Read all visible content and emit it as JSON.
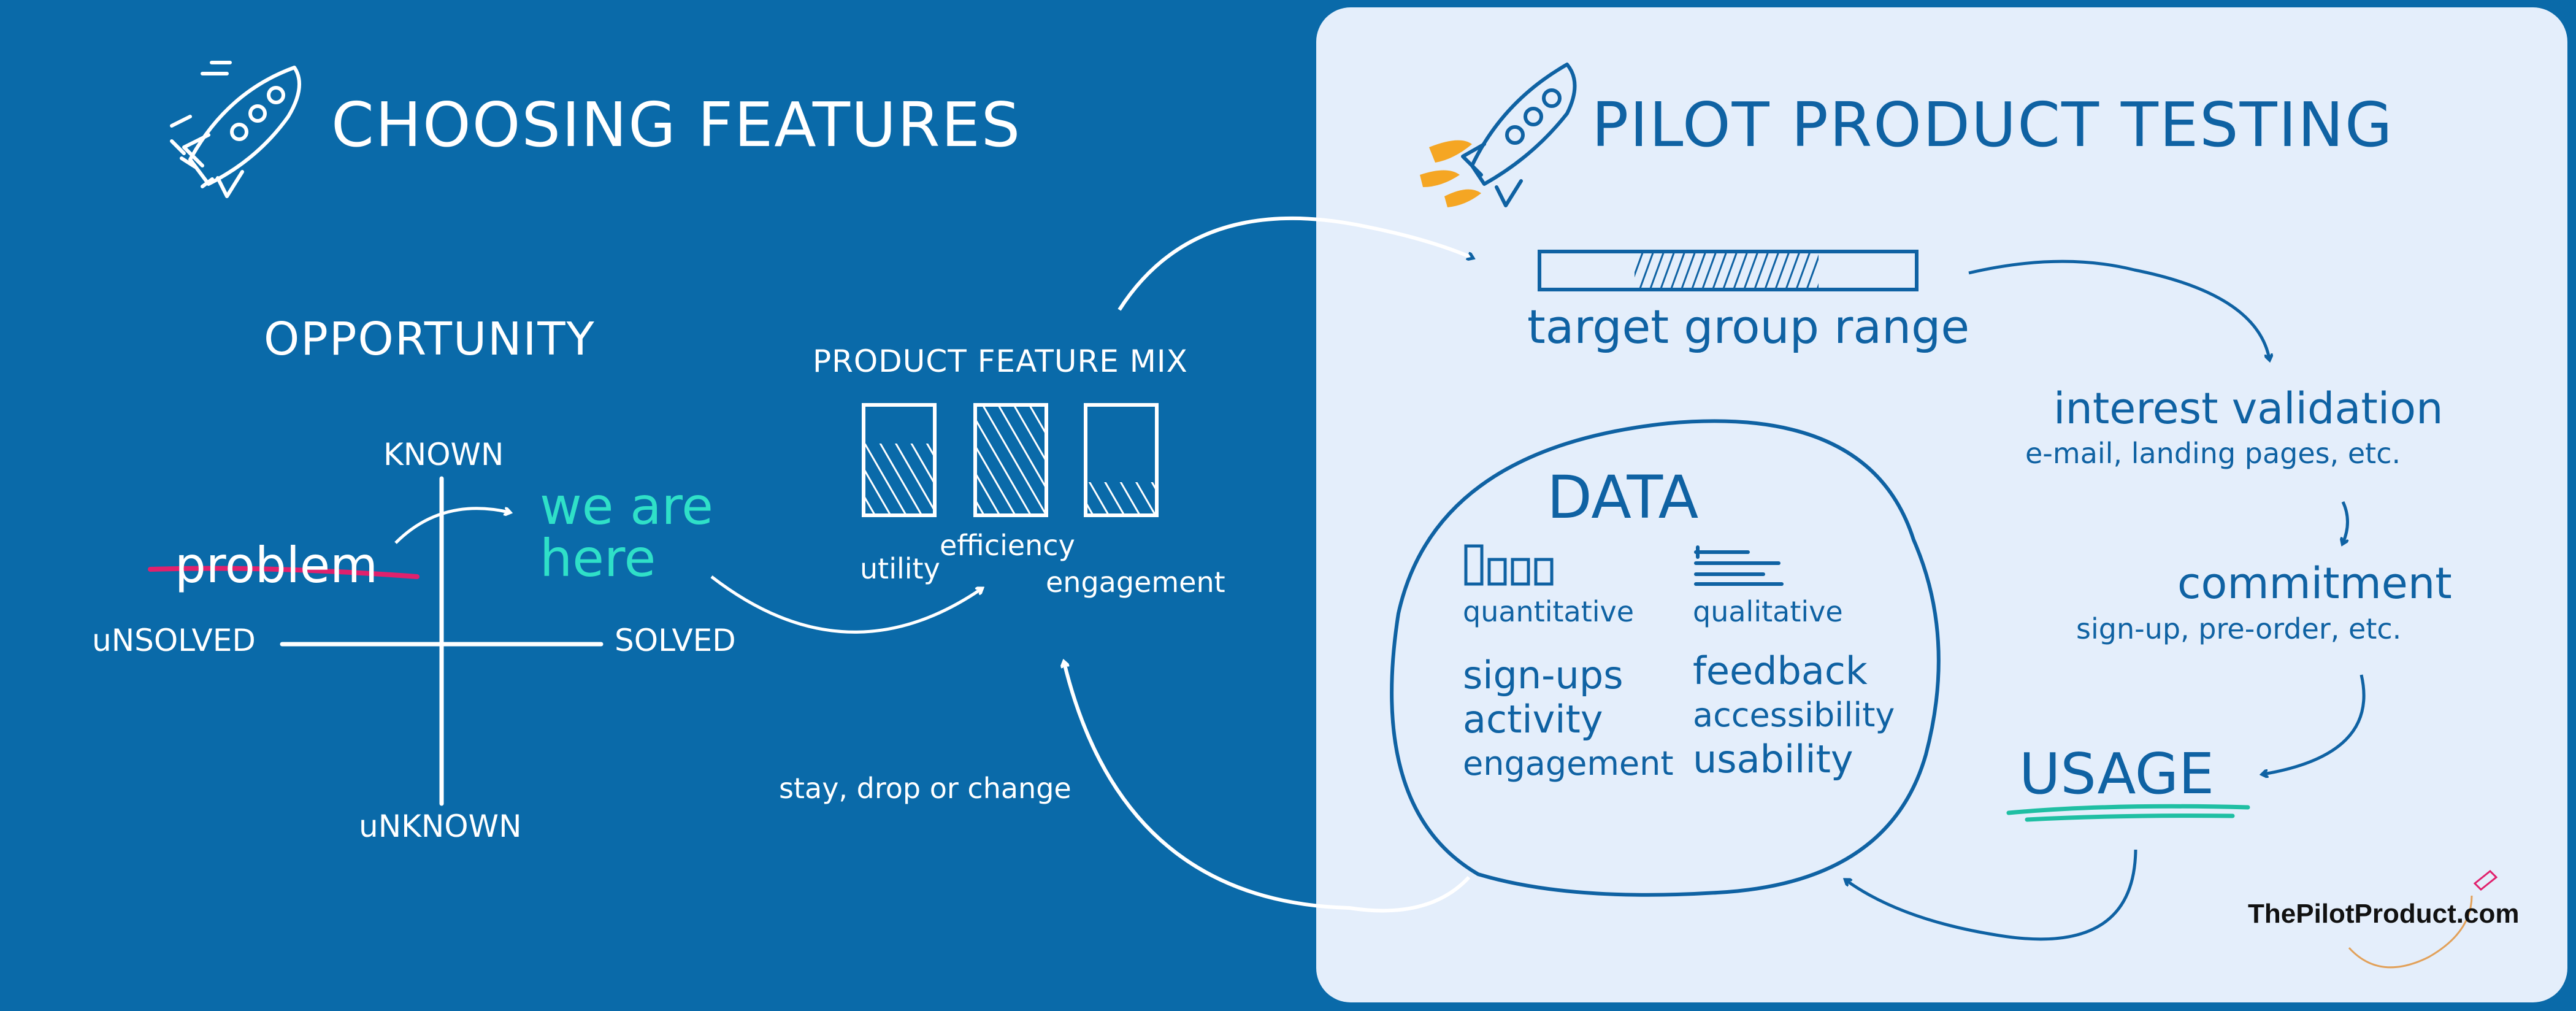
{
  "left": {
    "title": "CHOOSING FEATURES",
    "opportunity": {
      "heading": "OPPORTUNITY",
      "known": "KNOWN",
      "unknown": "uNKNOWN",
      "unsolved": "uNSOLVED",
      "solved": "SOLVED",
      "problem": "problem",
      "we_are": "we are",
      "here": "here"
    },
    "mix": {
      "heading": "PRODUCT FEATURE MIX",
      "utility": "utility",
      "efficiency": "efficiency",
      "engagement": "engagement",
      "utility_level": 0.65,
      "efficiency_level": 1.0,
      "engagement_level": 0.3
    },
    "loop_label": "stay, drop or change"
  },
  "right": {
    "title": "PILOT PRODUCT TESTING",
    "target": "target group range",
    "interest": {
      "title": "interest validation",
      "sub": "e-mail, landing pages, etc."
    },
    "commitment": {
      "title": "commitment",
      "sub": "sign-up, pre-order, etc."
    },
    "usage": "USAGE",
    "data": {
      "title": "DATA",
      "quant_label": "quantitative",
      "qual_label": "qualitative",
      "quant_items": [
        "sign-ups",
        "activity",
        "engagement"
      ],
      "qual_items": [
        "feedback",
        "accessibility",
        "usability"
      ]
    },
    "logo": "ThePilotProduct.com"
  },
  "colors": {
    "left_bg": "#0a6aa9",
    "right_bg": "#e4eefb",
    "accent_teal": "#2fe0c8",
    "strike": "#e0216d",
    "flame": "#f5a623"
  }
}
